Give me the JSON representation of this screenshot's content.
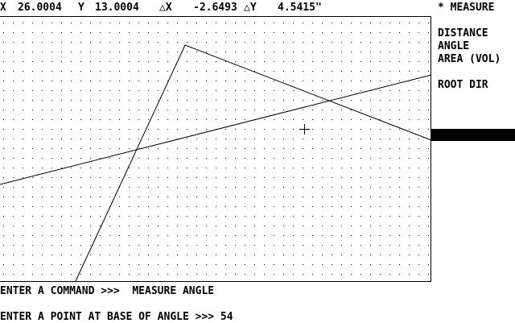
{
  "status": {
    "x_label": "X",
    "x_value": "26.0004",
    "y_label": "Y",
    "y_value": "13.0004",
    "dx_label": "△X",
    "dx_value": "-2.6493",
    "dy_label": "△Y",
    "dy_value": "4.5415\""
  },
  "menu": {
    "title": "* MEASURE",
    "items": [
      "DISTANCE",
      "ANGLE",
      "AREA (VOL)"
    ],
    "root": "ROOT DIR"
  },
  "command": {
    "line1": "ENTER A COMMAND >>>  MEASURE ANGLE",
    "line2": "ENTER A POINT AT BASE OF ANGLE >>> 54"
  },
  "colors": {
    "ink": "#000000",
    "paper": "#ffffff"
  },
  "icons": {
    "cursor": "crosshair-icon"
  }
}
